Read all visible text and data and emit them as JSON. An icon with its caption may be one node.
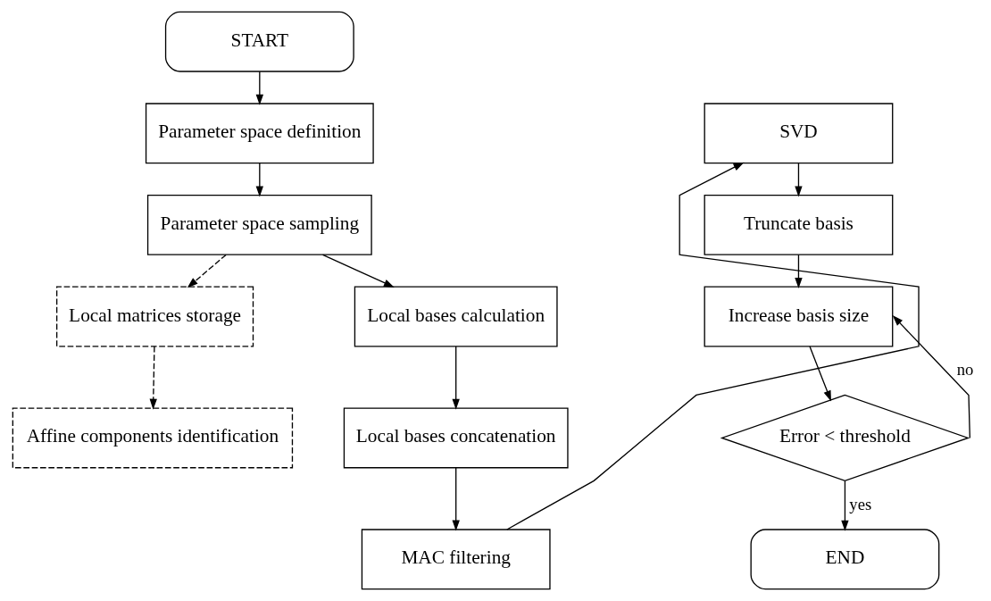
{
  "diagram": {
    "nodes": [
      {
        "text": [
          "START"
        ]
      },
      {
        "text": [
          "Parameter space definition"
        ]
      },
      {
        "text": [
          "Parameter space sampling"
        ]
      },
      {
        "text": [
          "Local bases calculation"
        ]
      },
      {
        "text": [
          "Local bases concatenation"
        ]
      },
      {
        "text": [
          "MAC filtering"
        ]
      },
      {
        "text": [
          "SVD"
        ]
      },
      {
        "text": [
          "Truncate basis"
        ]
      },
      {
        "text": [
          "Increase basis size"
        ]
      },
      {
        "text": [
          "Error < threshold"
        ]
      },
      {
        "text": [
          "END"
        ]
      },
      {
        "text": [
          "Local matrices storage"
        ]
      },
      {
        "text": [
          "Affine components identification"
        ]
      }
    ],
    "edges": [
      {
        "from": 0,
        "to": 1,
        "arrow": "to"
      },
      {
        "from": 1,
        "to": 2,
        "arrow": "to"
      },
      {
        "from": 2,
        "to": 3,
        "arrow": "to"
      },
      {
        "from": 3,
        "to": 4,
        "arrow": "to"
      },
      {
        "from": 4,
        "to": 5,
        "arrow": "to"
      },
      {
        "from": 5,
        "to": 6,
        "arrow": "to"
      },
      {
        "from": 6,
        "to": 7,
        "arrow": "to"
      },
      {
        "from": 7,
        "to": 8,
        "arrow": "to"
      },
      {
        "from": 8,
        "to": 9,
        "arrow": "to"
      },
      {
        "from": 9,
        "to": 10,
        "arrow": "to",
        "label": "yes"
      },
      {
        "from": 9,
        "to": 8,
        "arrow": "to",
        "label": "no"
      },
      {
        "from": 2,
        "to": 11,
        "arrow": "to",
        "style": "dashed"
      },
      {
        "from": 11,
        "to": 12,
        "arrow": "to",
        "style": "dashed"
      }
    ]
  }
}
